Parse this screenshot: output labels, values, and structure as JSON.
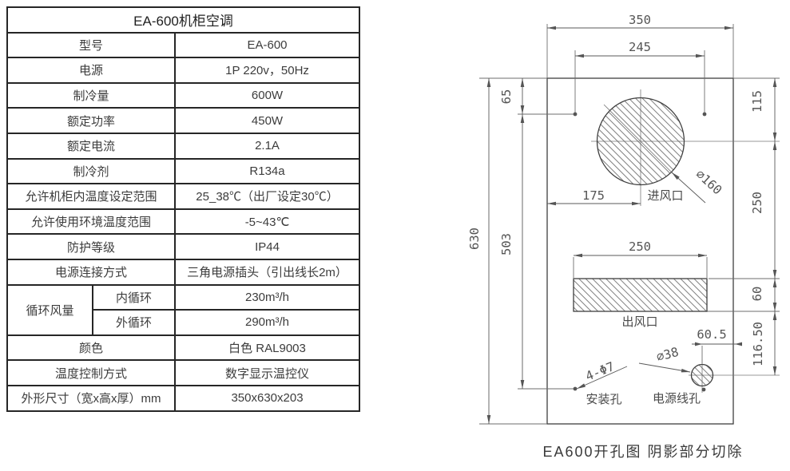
{
  "table": {
    "title": "EA-600机柜空调",
    "rows": [
      {
        "label": "型号",
        "value": "EA-600"
      },
      {
        "label": "电源",
        "value": "1P 220v，50Hz"
      },
      {
        "label": "制冷量",
        "value": "600W"
      },
      {
        "label": "额定功率",
        "value": "450W"
      },
      {
        "label": "额定电流",
        "value": "2.1A"
      },
      {
        "label": "制冷剂",
        "value": "R134a"
      },
      {
        "label": "允许机柜内温度设定范围",
        "value": "25_38℃（出厂设定30℃）"
      },
      {
        "label": "允许使用环境温度范围",
        "value": "-5~43℃"
      },
      {
        "label": "防护等级",
        "value": "IP44"
      },
      {
        "label": "电源连接方式",
        "value": "三角电源插头（引出线长2m）"
      },
      {
        "group": "循环风量",
        "label": "内循环",
        "value": "230m³/h"
      },
      {
        "label": "外循环",
        "value": "290m³/h"
      },
      {
        "label": "颜色",
        "value": "白色 RAL9003"
      },
      {
        "label": "温度控制方式",
        "value": "数字显示温控仪"
      },
      {
        "label": "外形尺寸（宽x高x厚）mm",
        "value": "350x630x203"
      }
    ]
  },
  "drawing": {
    "dim_width": "350",
    "dim_hole_span": "245",
    "dim_top_offset": "65",
    "dim_height": "630",
    "dim_hole_height": "503",
    "dim_inlet_top": "115",
    "dim_inlet_left": "175",
    "dim_inlet_dia": "∅160",
    "dim_inlet_to_outlet": "250",
    "dim_outlet_width": "250",
    "dim_outlet_height": "60",
    "dim_power_hole_v": "116.50",
    "dim_power_hole_right": "60.5",
    "dim_power_hole_dia": "∅38",
    "dim_mount_holes": "4-Φ7",
    "label_inlet": "进风口",
    "label_outlet": "出风口",
    "label_mount": "安装孔",
    "label_power": "电源线孔",
    "caption": "EA600开孔图 阴影部分切除"
  }
}
